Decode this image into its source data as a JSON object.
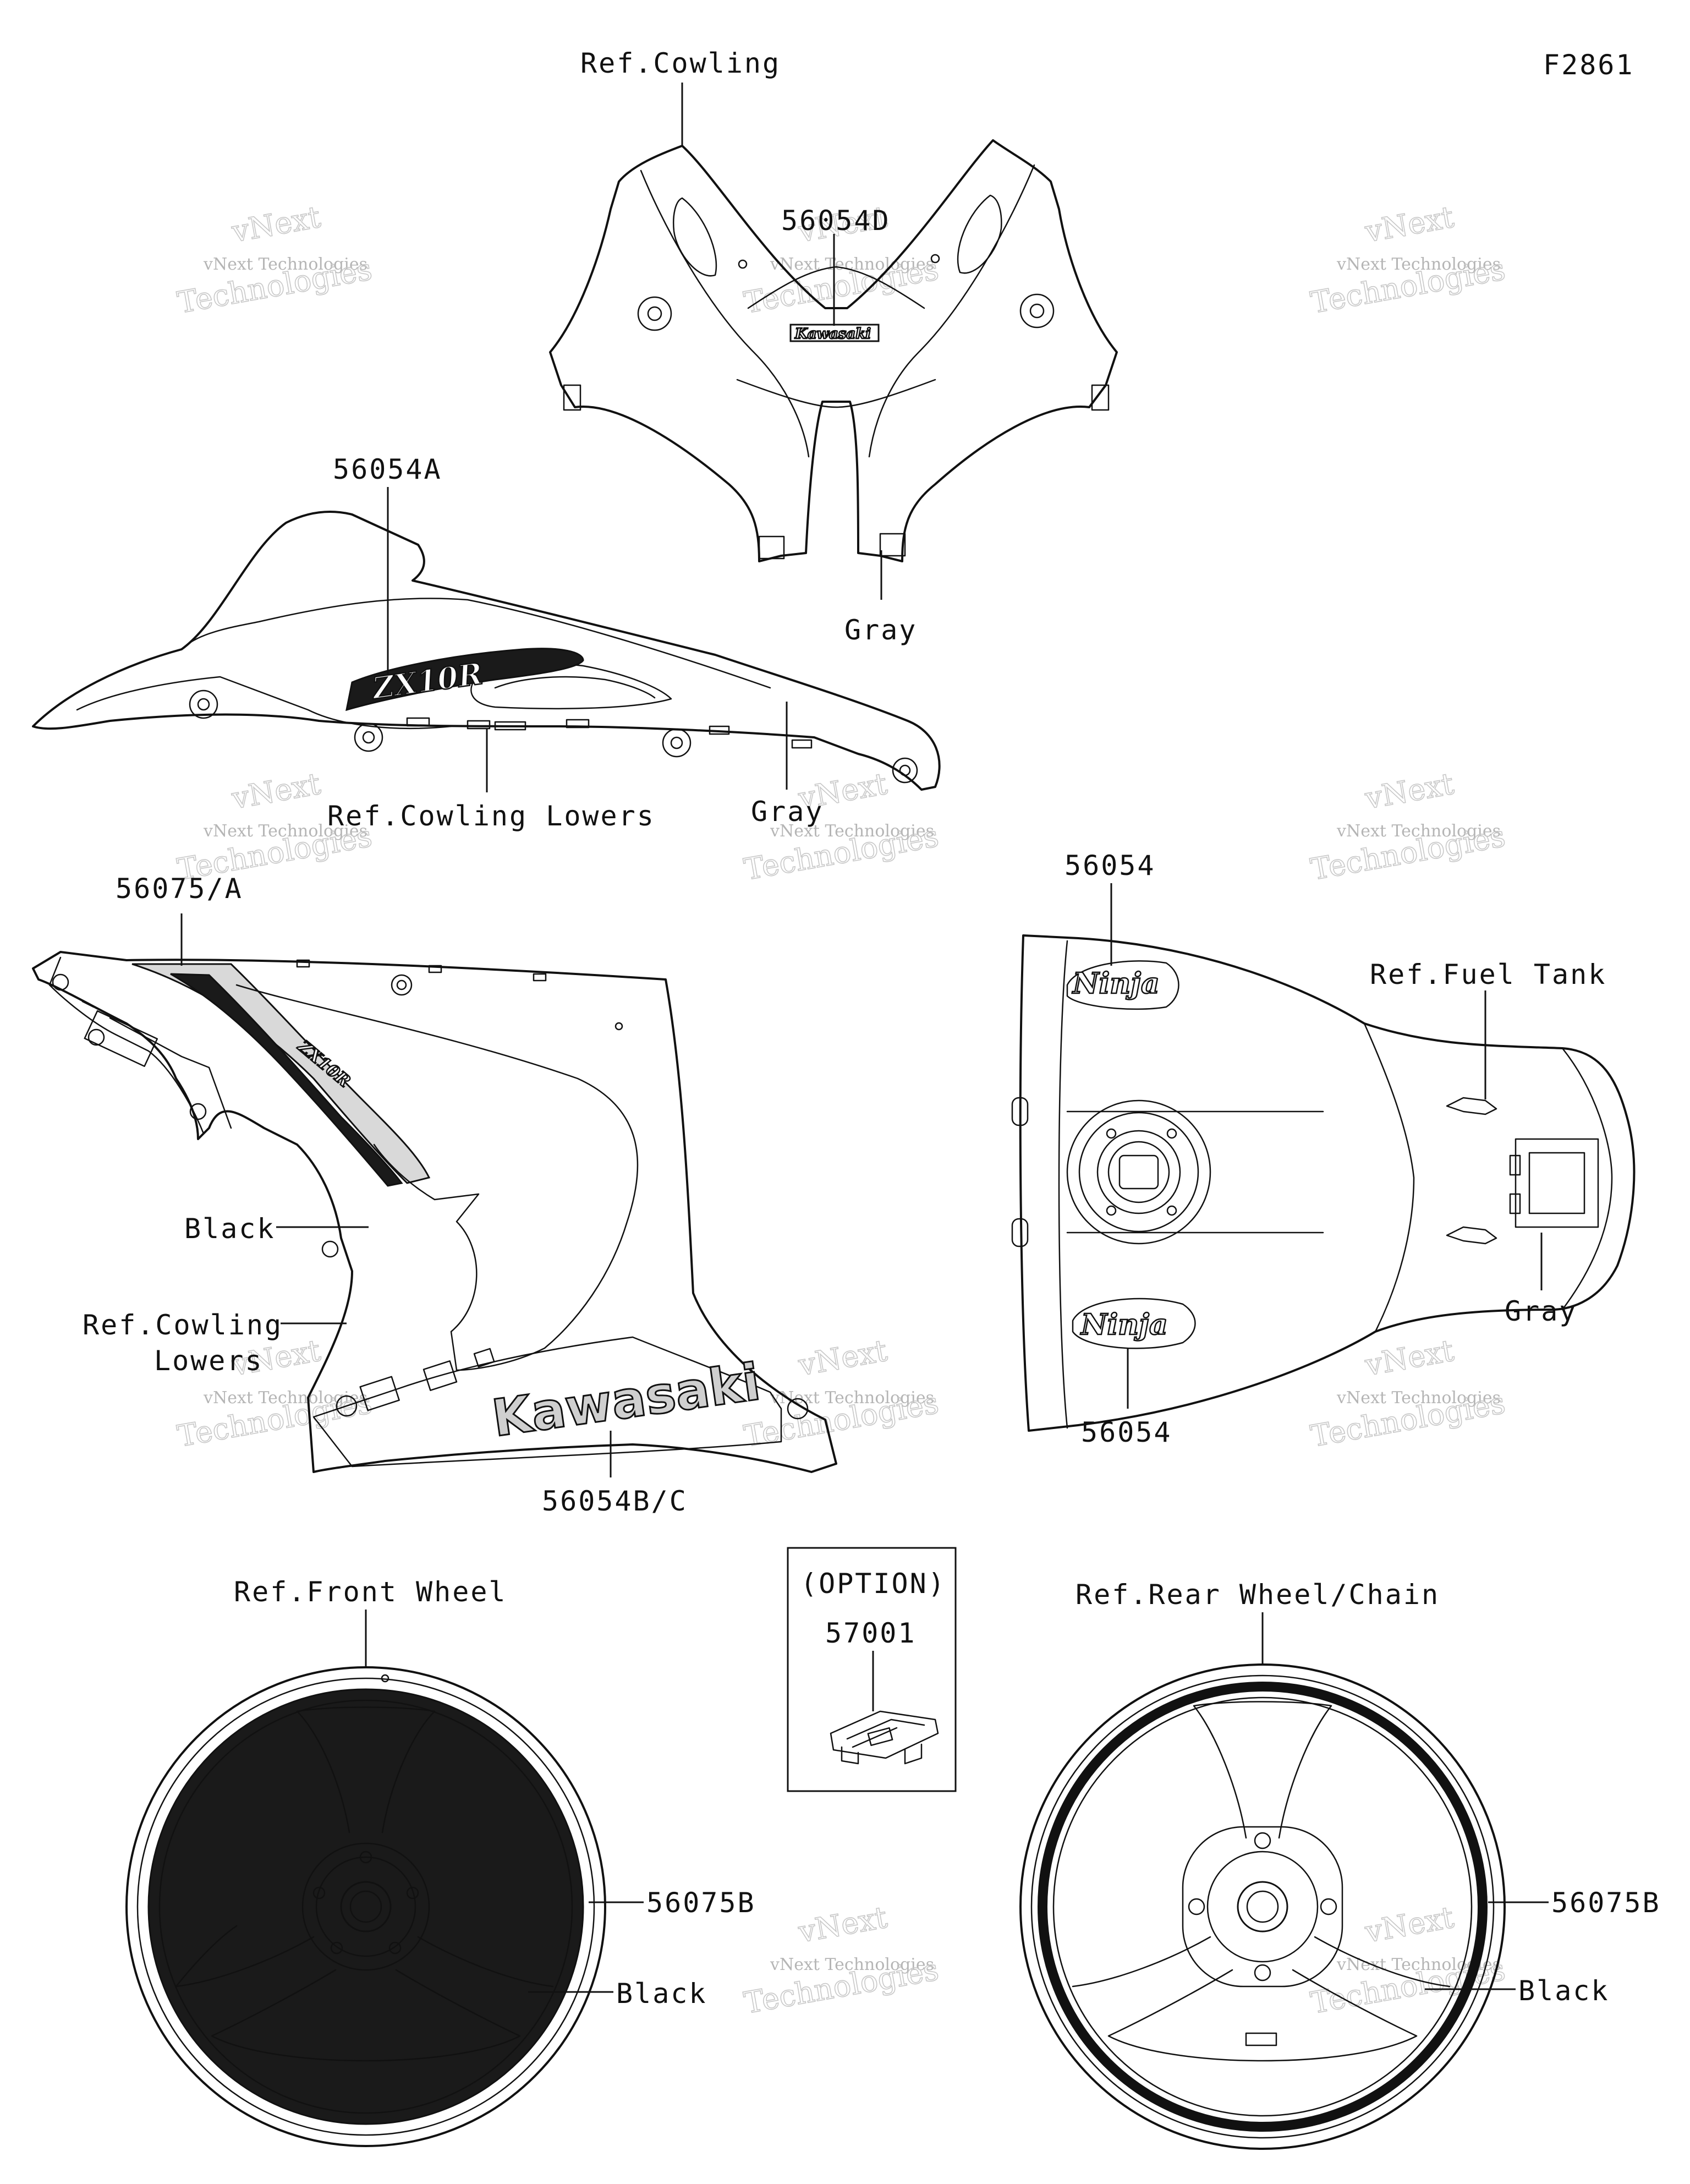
{
  "figure_id": "F2861",
  "labels": {
    "ref_cowling": "Ref.Cowling",
    "p56054d": "56054D",
    "gray_upper_cowl": "Gray",
    "p56054a": "56054A",
    "ref_cowling_lowers_top": "Ref.Cowling Lowers",
    "gray_fairing": "Gray",
    "p56075_a": "56075/A",
    "black_side": "Black",
    "ref_cowling_line1": "Ref.Cowling",
    "ref_cowling_line2": "Lowers",
    "p56054bc": "56054B/C",
    "p56054_top": "56054",
    "ref_fuel_tank": "Ref.Fuel Tank",
    "gray_tank": "Gray",
    "p56054_bottom": "56054",
    "option": "(OPTION)",
    "p57001": "57001",
    "ref_front_wheel": "Ref.Front Wheel",
    "p56075b_front": "56075B",
    "black_front": "Black",
    "ref_rear_wheel": "Ref.Rear Wheel/Chain",
    "p56075b_rear": "56075B",
    "black_rear": "Black"
  },
  "decals": {
    "zx10r": "ZX10R",
    "kawasaki_small": "Kawasaki",
    "kawasaki_large": "Kawasaki",
    "ninja_top": "Ninja",
    "ninja_bottom": "Ninja"
  },
  "watermark": {
    "line1": "vNext Technologies",
    "line2": "vNext",
    "line3": "Technologies"
  }
}
